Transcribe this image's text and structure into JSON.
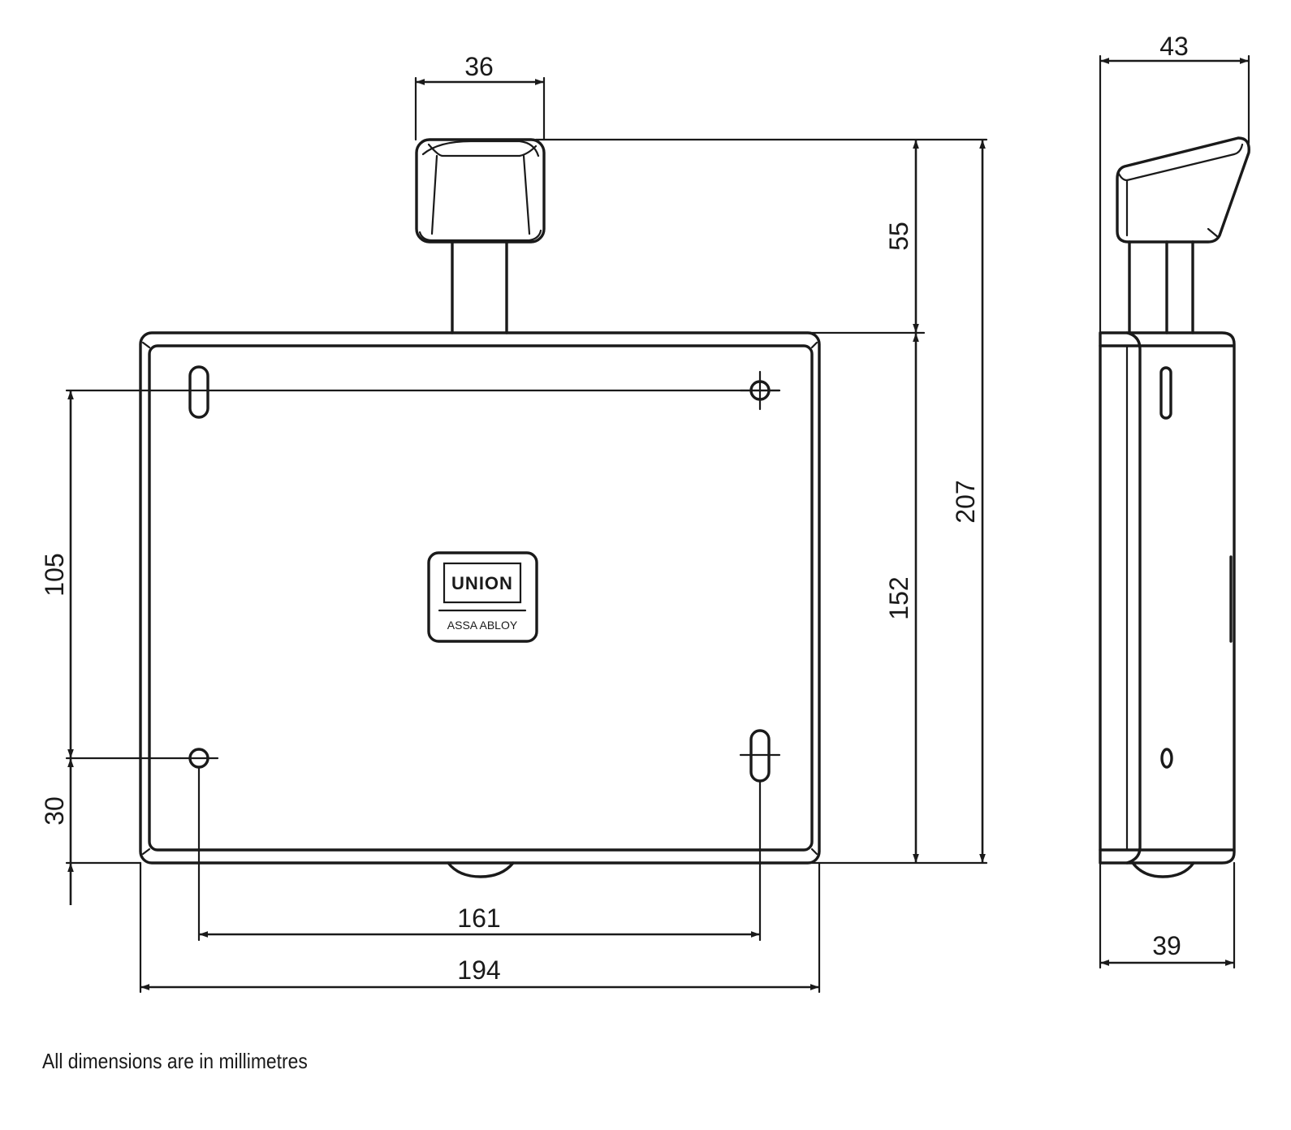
{
  "dimensions": {
    "handle_width": "36",
    "handle_height": "55",
    "body_height": "152",
    "overall_height": "207",
    "fixing_vertical": "105",
    "fixing_bottom": "30",
    "fixing_horizontal": "161",
    "body_width": "194",
    "side_top_depth": "43",
    "side_body_depth": "39"
  },
  "logo": {
    "brand": "UNION",
    "sub": "ASSA ABLOY"
  },
  "note": "All dimensions are in millimetres"
}
